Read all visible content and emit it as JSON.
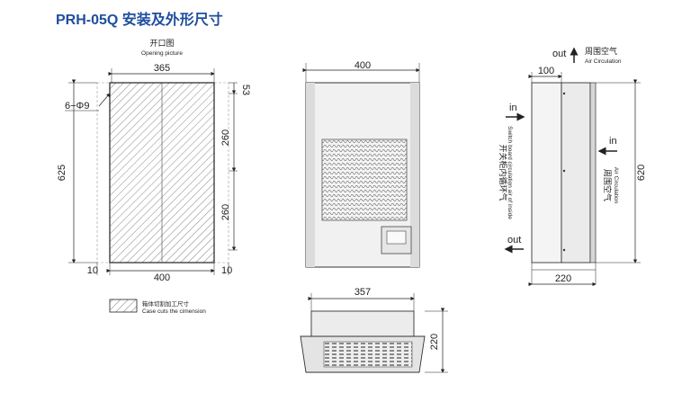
{
  "title": "PRH-05Q 安装及外形尺寸",
  "opening": {
    "label_cn": "开口图",
    "label_en": "Opening picture",
    "dim_inner_width": "365",
    "dim_outer_width": "400",
    "dim_height": "625",
    "dim_top": "53",
    "dim_seg1": "260",
    "dim_seg2": "260",
    "dim_left_margin": "10",
    "dim_right_margin": "10",
    "hole": "6−Φ9"
  },
  "legend": {
    "cn": "箱体切割加工尺寸",
    "en": "Case cuts the cimension"
  },
  "front": {
    "dim_width": "400"
  },
  "bottom": {
    "dim_width": "357",
    "dim_height": "220"
  },
  "side": {
    "dim_top": "100",
    "dim_height": "620",
    "dim_bottom": "220",
    "out_top": "out",
    "out_top_cn": "周围空气",
    "out_top_en": "Air Circulation",
    "in_right": "in",
    "right_cn": "周围空气",
    "right_en": "Air Circulation",
    "in_left": "in",
    "out_left": "out",
    "left_cn": "开关柜内循环气",
    "left_en": "Switch board circulation air of inside"
  }
}
